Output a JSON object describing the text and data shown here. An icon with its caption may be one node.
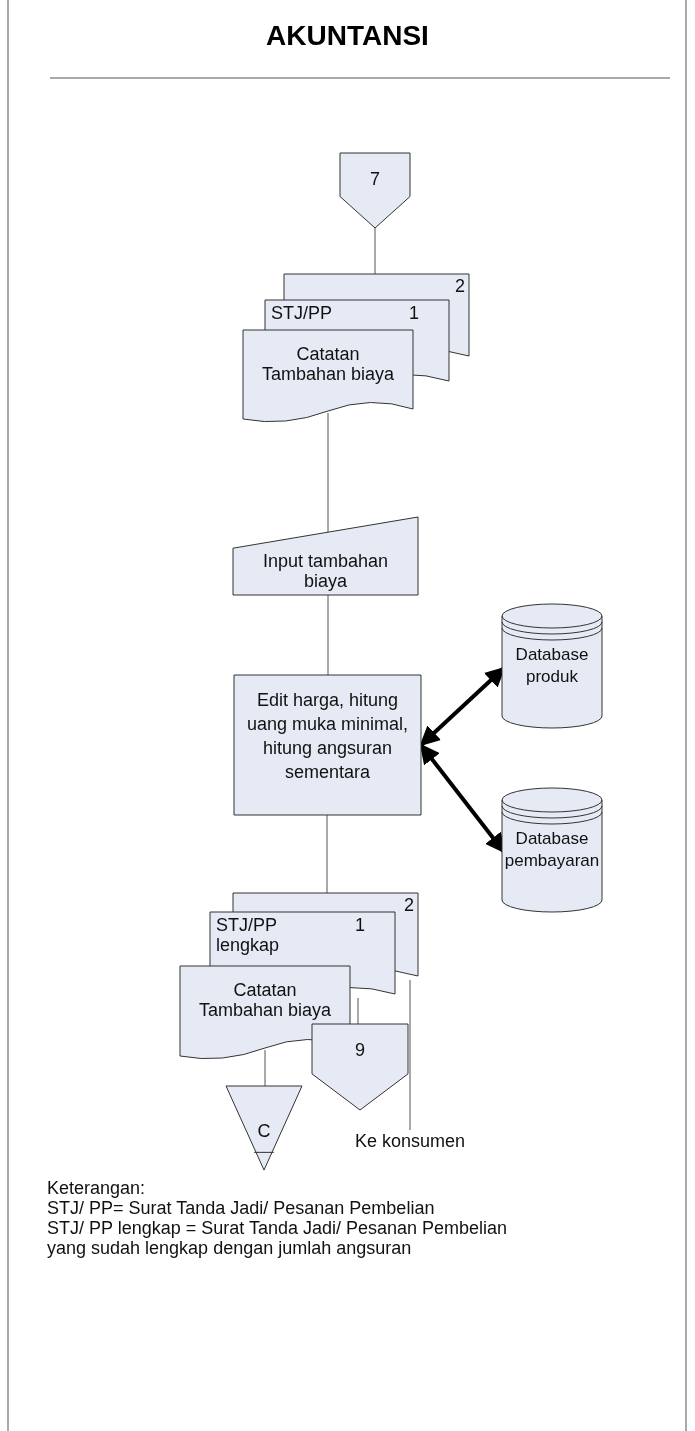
{
  "diagram": {
    "title": "AKUNTANSI",
    "nodes": [
      {
        "text": [
          "7"
        ]
      },
      {
        "text": [
          "2"
        ]
      },
      {
        "text": [
          "STJ/PP",
          "1"
        ]
      },
      {
        "text": [
          "Catatan Tambahan biaya"
        ]
      },
      {
        "text": [
          "Input tambahan biaya"
        ]
      },
      {
        "text": [
          "Edit harga, hitung uang muka minimal, hitung angsuran sementara"
        ]
      },
      {
        "text": [
          "Database produk"
        ]
      },
      {
        "text": [
          "Database pembayaran"
        ]
      },
      {
        "text": [
          "2"
        ]
      },
      {
        "text": [
          "STJ/PP lengkap",
          "1"
        ]
      },
      {
        "text": [
          "Catatan Tambahan biaya"
        ]
      },
      {
        "text": [
          "9"
        ]
      },
      {
        "text": [
          "C"
        ]
      },
      {
        "text": [
          "Ke konsumen"
        ]
      }
    ],
    "edges": [
      {
        "from": 0,
        "to": 1,
        "arrow": "none"
      },
      {
        "from": 3,
        "to": 4,
        "arrow": "none"
      },
      {
        "from": 4,
        "to": 5,
        "arrow": "none"
      },
      {
        "from": 5,
        "to": 6,
        "arrow": "both",
        "style": "thick"
      },
      {
        "from": 5,
        "to": 7,
        "arrow": "both",
        "style": "thick"
      },
      {
        "from": 5,
        "to": 8,
        "arrow": "none"
      },
      {
        "from": 10,
        "to": 12,
        "arrow": "none"
      },
      {
        "from": 9,
        "to": 11,
        "arrow": "none"
      },
      {
        "from": 8,
        "to": 13,
        "arrow": "none"
      }
    ],
    "labels": [
      "Keterangan:",
      "STJ/ PP= Surat Tanda Jadi/ Pesanan Pembelian",
      "STJ/ PP lengkap = Surat Tanda Jadi/ Pesanan Pembelian yang sudah lengkap dengan jumlah angsuran"
    ]
  }
}
